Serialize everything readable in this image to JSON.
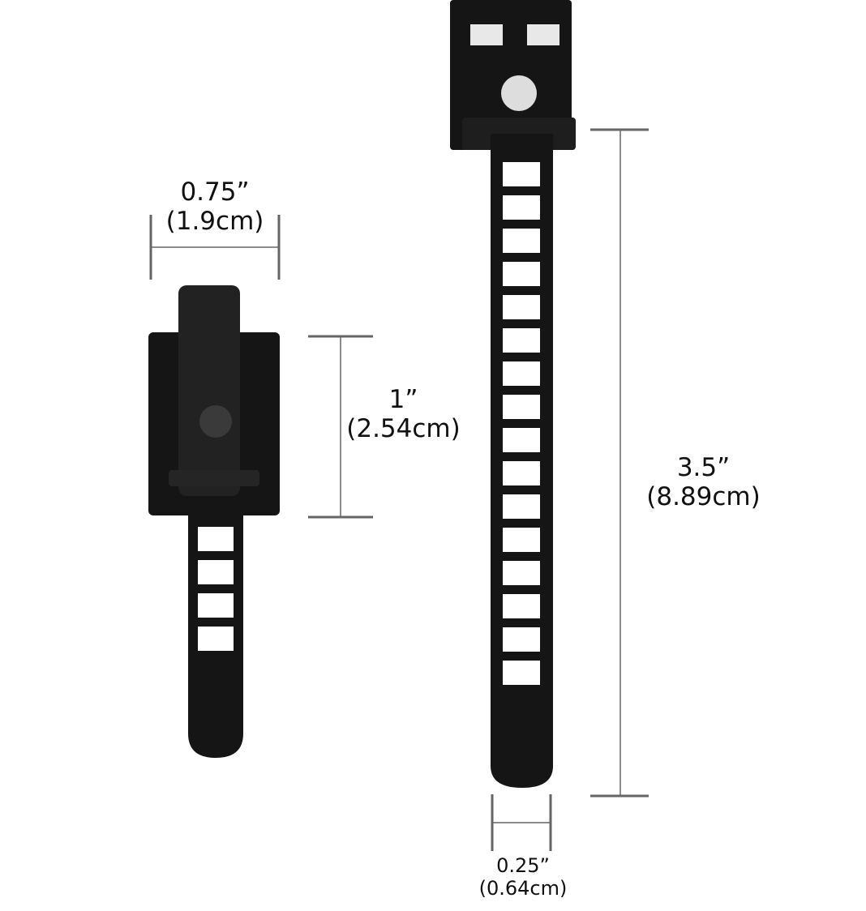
{
  "dimensions": {
    "small_width": {
      "inch": "0.75”",
      "cm": "(1.9cm)"
    },
    "small_height": {
      "inch": "1”",
      "cm": "(2.54cm)"
    },
    "large_length": {
      "inch": "3.5”",
      "cm": "(8.89cm)"
    },
    "large_width": {
      "inch": "0.25”",
      "cm": "(0.64cm)"
    }
  },
  "colors": {
    "product": "#151515",
    "dimension_line": "#666666",
    "text": "#111111"
  }
}
